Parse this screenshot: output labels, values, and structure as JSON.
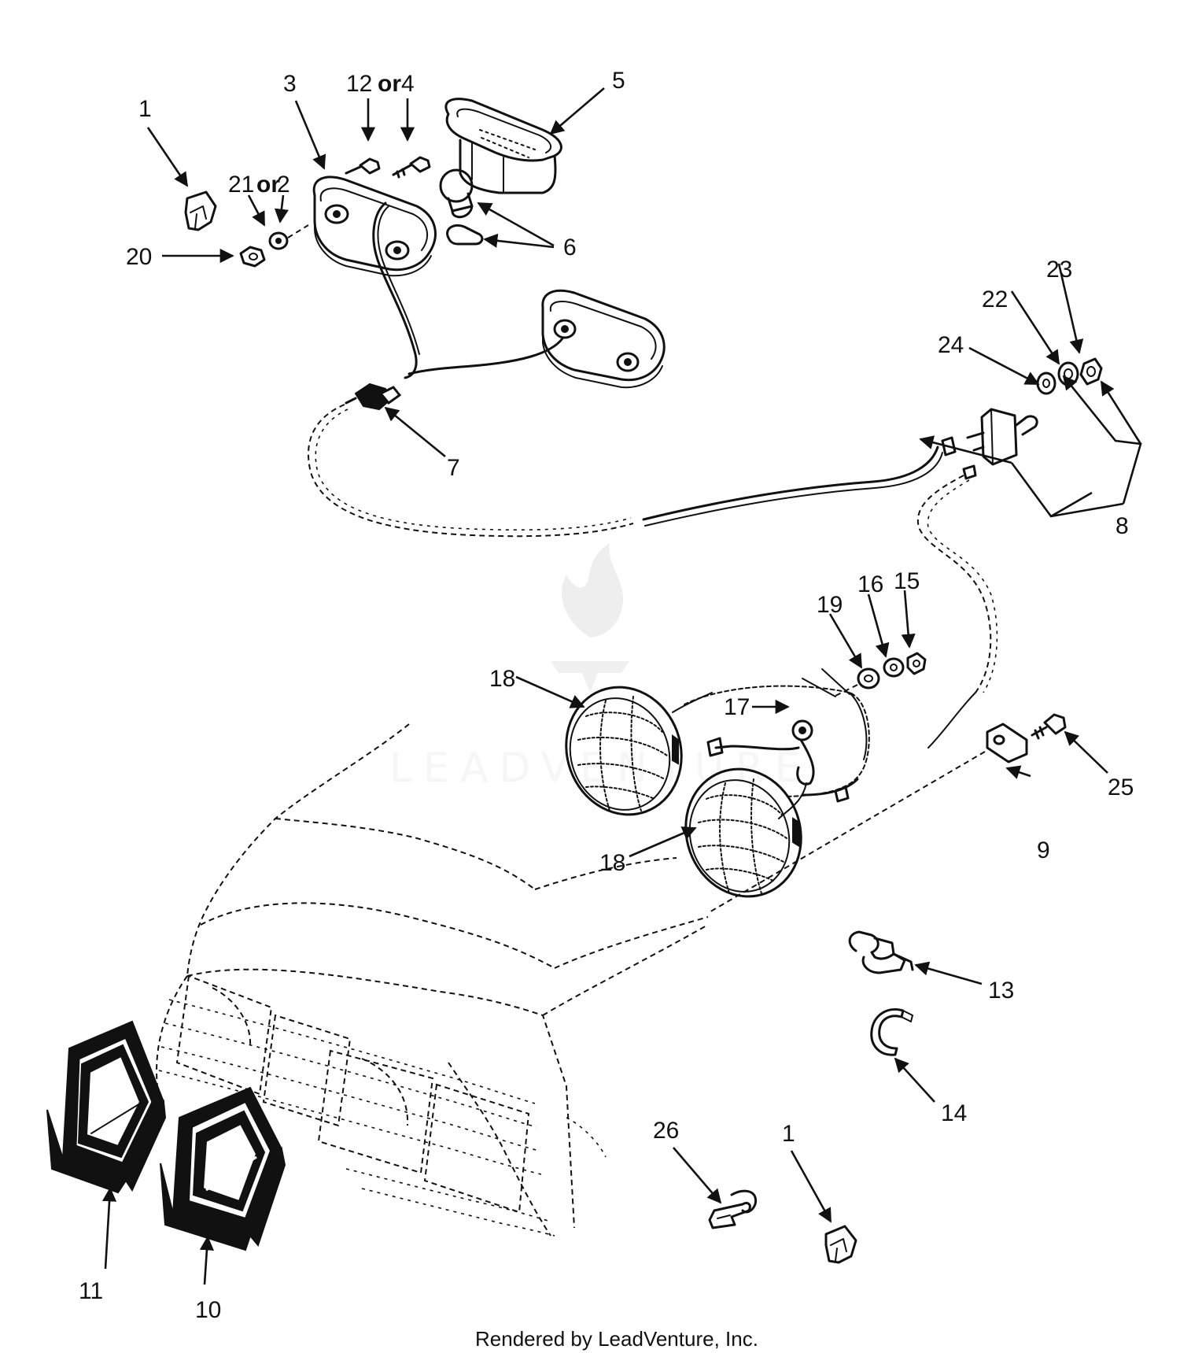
{
  "diagram": {
    "credit": "Rendered by LeadVenture, Inc.",
    "watermark": "LEADVENTURE",
    "labels": {
      "p1_top": "1",
      "p1_bottom": "1",
      "p3": "3",
      "p12": "12",
      "p12_or": "or",
      "p4": "4",
      "p5": "5",
      "p6": "6",
      "p7": "7",
      "p8": "8",
      "p9": "9",
      "p10": "10",
      "p11": "11",
      "p13": "13",
      "p14": "14",
      "p15": "15",
      "p16": "16",
      "p17": "17",
      "p18_top": "18",
      "p18_bottom": "18",
      "p19": "19",
      "p20": "20",
      "p21": "21",
      "p21_or": "or",
      "p2": "2",
      "p22": "22",
      "p23": "23",
      "p24": "24",
      "p25": "25",
      "p26": "26"
    },
    "icons": {
      "watermark": "flame-logo-icon"
    }
  }
}
